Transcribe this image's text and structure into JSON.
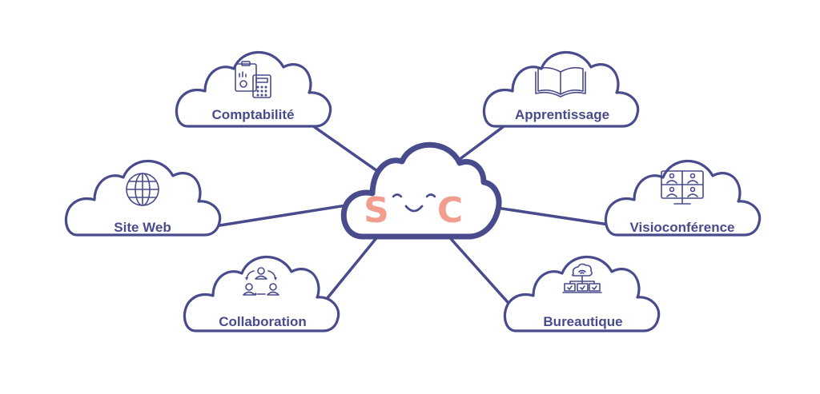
{
  "center": {
    "letter_left": "S",
    "letter_right": "C"
  },
  "nodes": [
    {
      "id": "comptabilite",
      "label": "Comptabilité",
      "icon": "accounting-calculator-icon"
    },
    {
      "id": "apprentissage",
      "label": "Apprentissage",
      "icon": "open-book-icon"
    },
    {
      "id": "site-web",
      "label": "Site Web",
      "icon": "globe-icon"
    },
    {
      "id": "visioconference",
      "label": "Visioconférence",
      "icon": "video-conference-icon"
    },
    {
      "id": "collaboration",
      "label": "Collaboration",
      "icon": "team-cycle-icon"
    },
    {
      "id": "bureautique",
      "label": "Bureautique",
      "icon": "office-network-icon"
    }
  ],
  "colors": {
    "outline": "#484b8c",
    "accent": "#f29d8e",
    "background": "#ffffff"
  }
}
